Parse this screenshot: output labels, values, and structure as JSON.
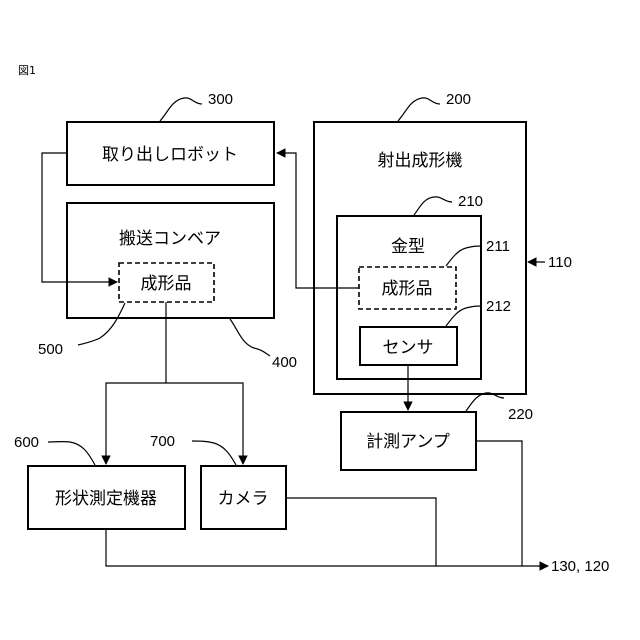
{
  "figure_label": "図1",
  "blocks": {
    "robot": {
      "label": "取り出しロボット",
      "ref": "300"
    },
    "molding_machine": {
      "label": "射出成形機",
      "ref": "200"
    },
    "mold": {
      "label": "金型",
      "ref": "210"
    },
    "molded_product_in_mold": {
      "label": "成形品",
      "ref": "211"
    },
    "sensor": {
      "label": "センサ",
      "ref": "212"
    },
    "conveyor": {
      "label": "搬送コンベア",
      "ref": "400"
    },
    "molded_product_on_conveyor": {
      "label": "成形品",
      "ref": "500"
    },
    "amplifier": {
      "label": "計測アンプ",
      "ref": "220"
    },
    "shape_measurer": {
      "label": "形状測定機器",
      "ref": "600"
    },
    "camera": {
      "label": "カメラ",
      "ref": "700"
    }
  },
  "system_ref": "110",
  "output_ref": "130, 120"
}
